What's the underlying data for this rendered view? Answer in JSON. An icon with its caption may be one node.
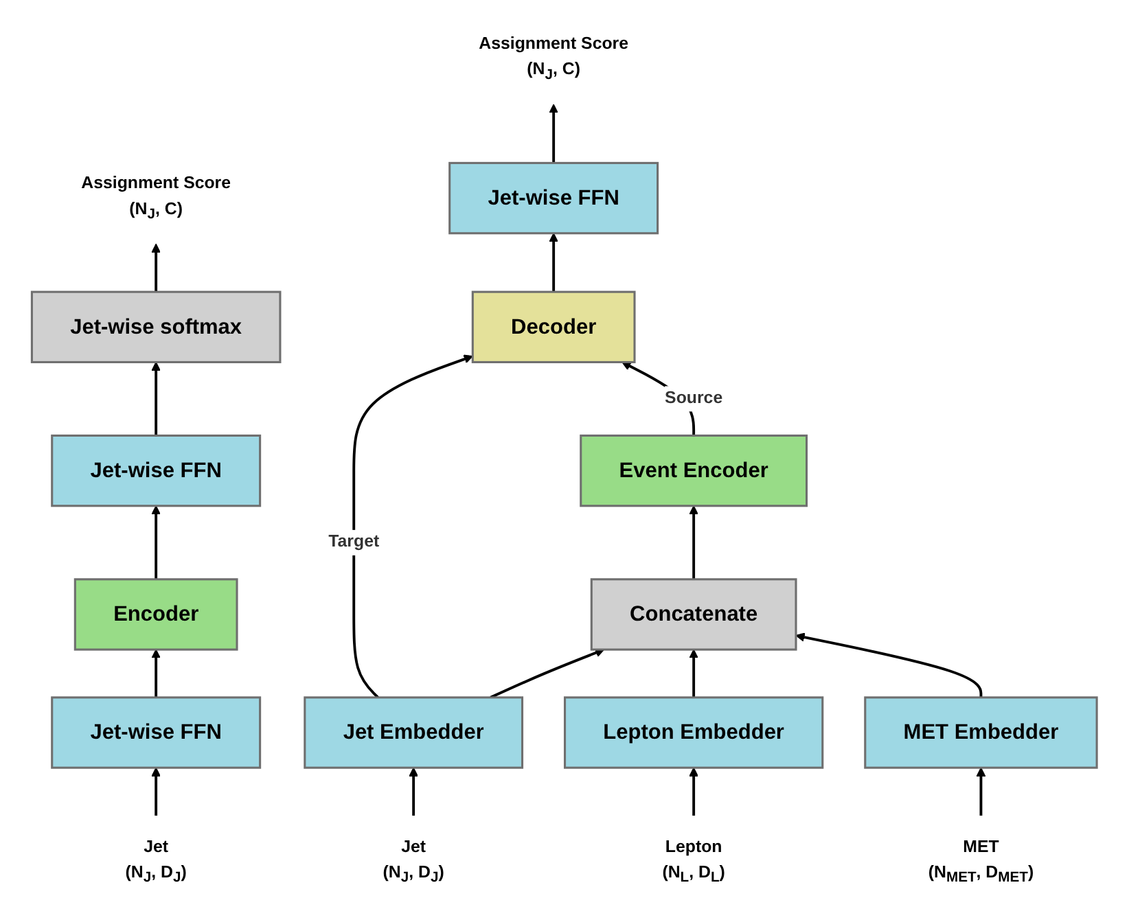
{
  "diagram": {
    "nodes": [
      {
        "text": [
          "Assignment Score",
          "(N$_{J}$, C)"
        ]
      },
      {
        "text": [
          "Jet-wise softmax"
        ]
      },
      {
        "text": [
          "Jet-wise FFN"
        ]
      },
      {
        "text": [
          "Encoder"
        ]
      },
      {
        "text": [
          "Jet-wise FFN"
        ]
      },
      {
        "text": [
          "Jet",
          "(N$_{J}$, D$_{J}$)"
        ]
      },
      {
        "text": [
          "Assignment Score",
          "(N$_{J}$, C)"
        ]
      },
      {
        "text": [
          "Jet-wise FFN"
        ]
      },
      {
        "text": [
          "Decoder"
        ]
      },
      {
        "text": [
          "Event Encoder"
        ]
      },
      {
        "text": [
          "Concatenate"
        ]
      },
      {
        "text": [
          "Jet Embedder"
        ]
      },
      {
        "text": [
          "Lepton Embedder"
        ]
      },
      {
        "text": [
          "MET Embedder"
        ]
      },
      {
        "text": [
          "Jet",
          "(N$_{J}$, D$_{J}$)"
        ]
      },
      {
        "text": [
          "Lepton",
          "(N$_{L}$, D$_{L}$)"
        ]
      },
      {
        "text": [
          "MET",
          "(N$_{MET}$, D$_{MET}$)"
        ]
      }
    ],
    "edges": [
      {
        "from": 5,
        "to": 4,
        "arrow": "to"
      },
      {
        "from": 4,
        "to": 3,
        "arrow": "to"
      },
      {
        "from": 3,
        "to": 2,
        "arrow": "to"
      },
      {
        "from": 2,
        "to": 1,
        "arrow": "to"
      },
      {
        "from": 1,
        "to": 0,
        "arrow": "to"
      },
      {
        "from": 14,
        "to": 11,
        "arrow": "to"
      },
      {
        "from": 15,
        "to": 12,
        "arrow": "to"
      },
      {
        "from": 16,
        "to": 13,
        "arrow": "to"
      },
      {
        "from": 11,
        "to": 10,
        "arrow": "to"
      },
      {
        "from": 12,
        "to": 10,
        "arrow": "to"
      },
      {
        "from": 13,
        "to": 10,
        "arrow": "to"
      },
      {
        "from": 11,
        "to": 8,
        "arrow": "to",
        "label": "Target"
      },
      {
        "from": 10,
        "to": 9,
        "arrow": "to"
      },
      {
        "from": 9,
        "to": 8,
        "arrow": "to",
        "label": "Source"
      },
      {
        "from": 8,
        "to": 7,
        "arrow": "to"
      },
      {
        "from": 7,
        "to": 6,
        "arrow": "to"
      }
    ]
  }
}
